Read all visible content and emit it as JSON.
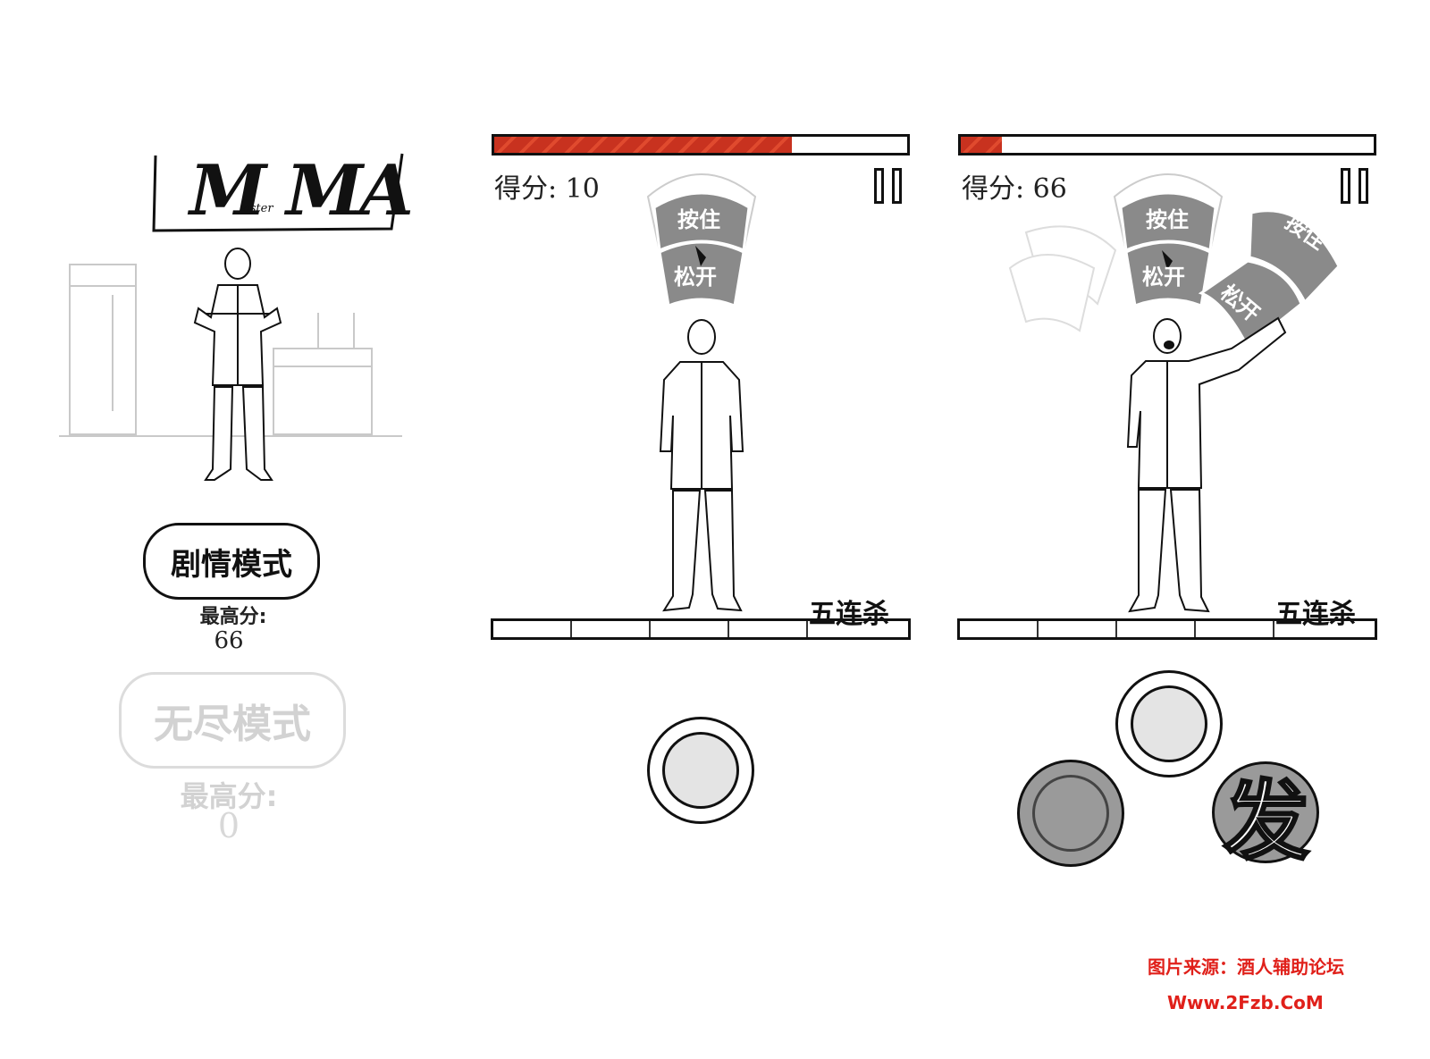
{
  "title_screen": {
    "logo_big_1": "M",
    "logo_sub": "aster",
    "logo_big_2": "MA",
    "story_mode_label": "剧情模式",
    "story_best_label": "最高分:",
    "story_best_value": "66",
    "endless_mode_label": "无尽模式",
    "endless_best_label": "最高分:",
    "endless_best_value": "0"
  },
  "game_panel_1": {
    "score_text": "得分: 10",
    "health_fraction": 0.72,
    "hold_label": "按住",
    "release_label": "松开",
    "combo_label": "五连杀"
  },
  "game_panel_2": {
    "score_text": "得分: 66",
    "health_fraction": 0.1,
    "hold_label": "按住",
    "release_label": "松开",
    "hold_label_2": "按住",
    "release_label_2": "松开",
    "combo_label": "五连杀",
    "fire_label": "发"
  },
  "watermark": {
    "line1": "图片来源：酒人辅助论坛",
    "line2": "Www.2Fzb.CoM"
  },
  "colors": {
    "health_red": "#c8321f",
    "fan_gray": "#8a8a8a",
    "watermark_red": "#e0201a"
  }
}
